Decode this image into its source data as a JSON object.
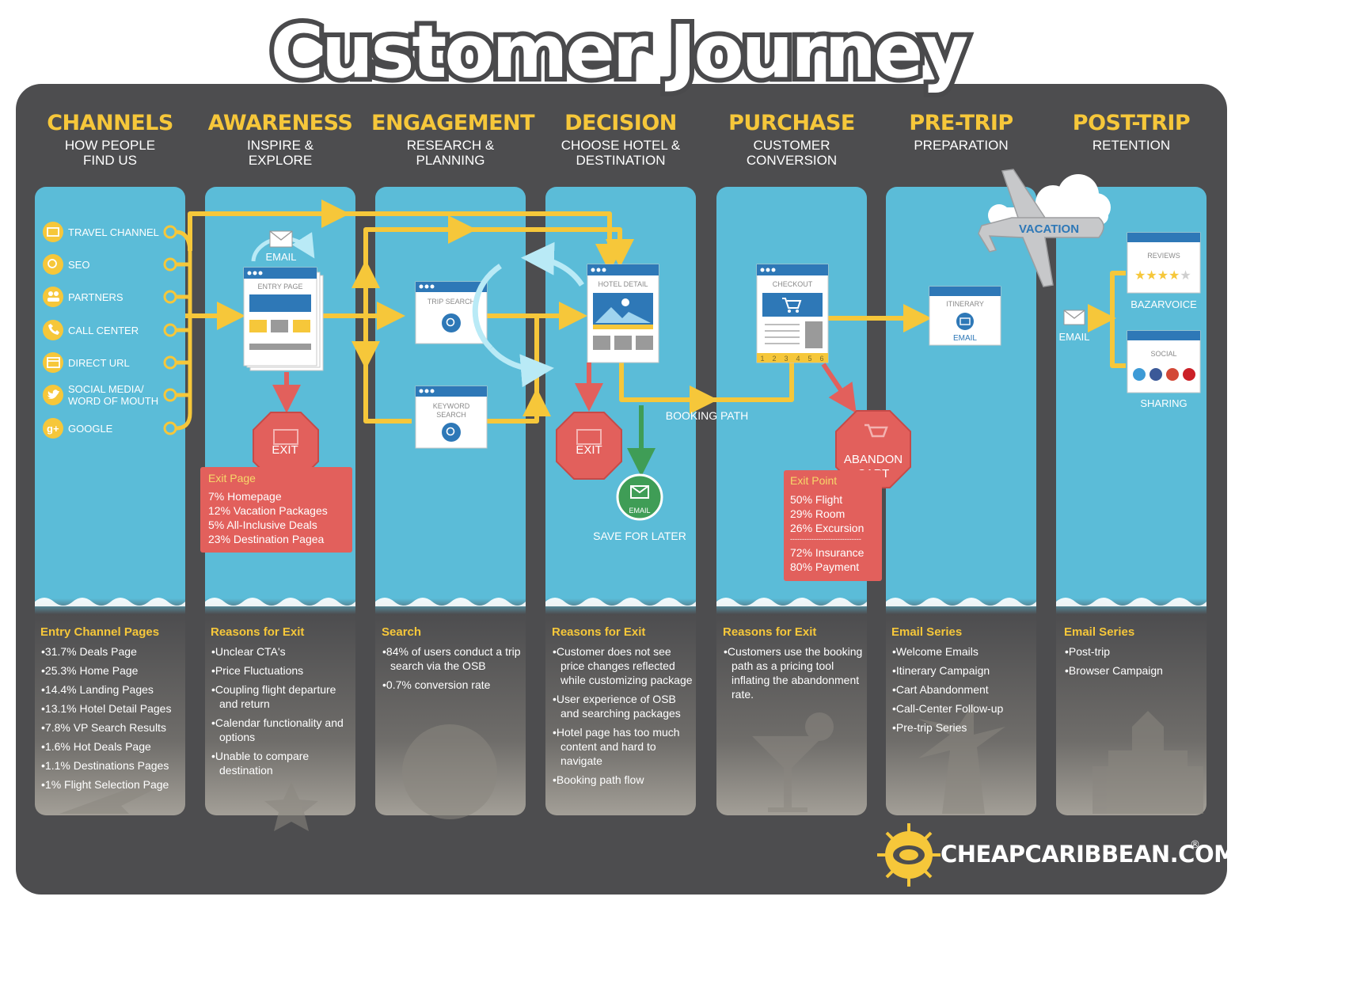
{
  "title": "Customer Journey",
  "columns": [
    {
      "title": "CHANNELS",
      "subtitle": "HOW PEOPLE\nFIND US"
    },
    {
      "title": "AWARENESS",
      "subtitle": "INSPIRE &\nEXPLORE"
    },
    {
      "title": "ENGAGEMENT",
      "subtitle": "RESEARCH &\nPLANNING"
    },
    {
      "title": "DECISION",
      "subtitle": "CHOOSE HOTEL &\nDESTINATION"
    },
    {
      "title": "PURCHASE",
      "subtitle": "CUSTOMER\nCONVERSION"
    },
    {
      "title": "PRE-TRIP",
      "subtitle": "PREPARATION"
    },
    {
      "title": "POST-TRIP",
      "subtitle": "RETENTION"
    }
  ],
  "channels": [
    {
      "label": "TRAVEL CHANNEL",
      "icon": "email-icon"
    },
    {
      "label": "SEO",
      "icon": "search-icon"
    },
    {
      "label": "PARTNERS",
      "icon": "people-icon"
    },
    {
      "label": "CALL CENTER",
      "icon": "phone-icon"
    },
    {
      "label": "DIRECT URL",
      "icon": "browser-icon"
    },
    {
      "label": "SOCIAL MEDIA/",
      "label2": "WORD OF MOUTH",
      "icon": "twitter-icon"
    },
    {
      "label": "GOOGLE",
      "icon": "google-plus-icon"
    }
  ],
  "flow": {
    "email": "EMAIL",
    "entry_page": "ENTRY PAGE",
    "trip_search": "TRIP SEARCH",
    "keyword_search_1": "KEYWORD",
    "keyword_search_2": "SEARCH",
    "hotel_detail": "HOTEL DETAIL",
    "checkout": "CHECKOUT",
    "checkout_steps": [
      "1",
      "2",
      "3",
      "4",
      "5",
      "6"
    ],
    "itinerary": "ITINERARY",
    "itinerary_email": "EMAIL",
    "exit": "EXIT",
    "abandon_1": "ABANDON",
    "abandon_2": "CART",
    "booking_path": "BOOKING PATH",
    "save_email": "EMAIL",
    "save_for_later": "SAVE FOR LATER",
    "vacation": "VACATION",
    "reviews": "REVIEWS",
    "bazarvoice": "BAZARVOICE",
    "social": "SOCIAL",
    "sharing": "SHARING",
    "post_email": "EMAIL"
  },
  "exit_page_box": {
    "title": "Exit Page",
    "lines": [
      "7% Homepage",
      "12% Vacation Packages",
      "5% All-Inclusive Deals",
      "23% Destination Pagea"
    ]
  },
  "exit_point_box": {
    "title": "Exit Point",
    "lines": [
      "50% Flight",
      "29% Room",
      "26% Excursion",
      "------------------------------",
      "72% Insurance",
      "80% Payment"
    ]
  },
  "notes": [
    {
      "title": "Entry Channel Pages",
      "items": [
        "31.7% Deals Page",
        "25.3% Home Page",
        "14.4% Landing Pages",
        "13.1% Hotel Detail Pages",
        "7.8% VP Search Results",
        "1.6% Hot Deals Page",
        "1.1% Destinations Pages",
        "1% Flight Selection Page"
      ]
    },
    {
      "title": "Reasons for Exit",
      "items": [
        "Unclear CTA's",
        "Price Fluctuations",
        "Coupling flight departure and return",
        "Calendar functionality and options",
        "Unable to compare destination"
      ]
    },
    {
      "title": "Search",
      "items": [
        "84% of users conduct a trip search via the OSB",
        "0.7% conversion rate"
      ]
    },
    {
      "title": "Reasons for Exit",
      "items": [
        "Customer does not see price changes reflected while customizing package",
        "User experience of OSB and searching packages",
        "Hotel page has too much content and hard to navigate",
        "Booking path flow"
      ]
    },
    {
      "title": "Reasons for Exit",
      "items": [
        "Customers use the booking path as a pricing tool inflating the abandonment rate."
      ]
    },
    {
      "title": "Email Series",
      "items": [
        "Welcome Emails",
        "Itinerary Campaign",
        "Cart Abandonment",
        "Call-Center Follow-up",
        "Pre-trip Series"
      ]
    },
    {
      "title": "Email Series",
      "items": [
        "Post-trip",
        "Browser Campaign"
      ]
    }
  ],
  "brand": {
    "name": "CHEAPCARIBBEAN.COM",
    "reg": "®"
  },
  "colors": {
    "board": "#4d4d4f",
    "lane": "#5bbcd8",
    "accent": "#f6c73a",
    "exit": "#e2605c",
    "save": "#3f9d56",
    "cycle": "#b9eaf6"
  }
}
